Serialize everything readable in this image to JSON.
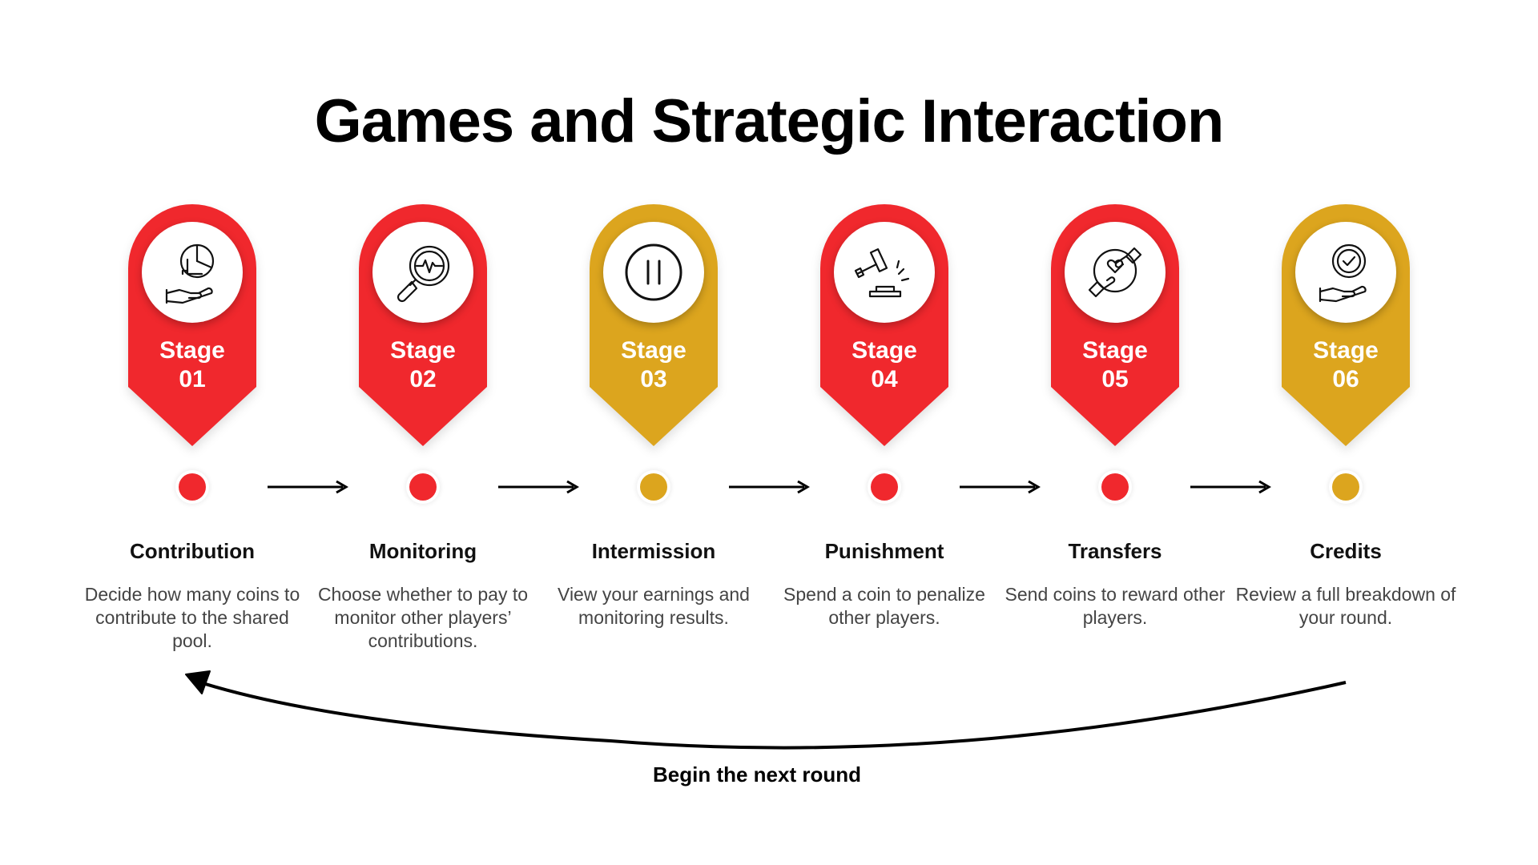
{
  "title": "Games and Strategic Interaction",
  "colors": {
    "red": "#F0282D",
    "gold": "#DCA51E"
  },
  "stages": [
    {
      "word": "Stage",
      "number": "01",
      "name": "Contribution",
      "desc": "Decide how many coins to contribute to the shared pool.",
      "color": "red",
      "icon": "hand-pie-chart-icon"
    },
    {
      "word": "Stage",
      "number": "02",
      "name": "Monitoring",
      "desc": "Choose whether to pay to monitor other players’ contributions.",
      "color": "red",
      "icon": "magnifier-pulse-icon"
    },
    {
      "word": "Stage",
      "number": "03",
      "name": "Intermission",
      "desc": "View your earnings and monitoring results.",
      "color": "gold",
      "icon": "pause-icon"
    },
    {
      "word": "Stage",
      "number": "04",
      "name": "Punishment",
      "desc": "Spend a coin to penalize other players.",
      "color": "red",
      "icon": "gavel-icon"
    },
    {
      "word": "Stage",
      "number": "05",
      "name": "Transfers",
      "desc": "Send coins to reward other players.",
      "color": "red",
      "icon": "hands-exchange-icon"
    },
    {
      "word": "Stage",
      "number": "06",
      "name": "Credits",
      "desc": "Review a full breakdown of your round.",
      "color": "gold",
      "icon": "hand-checkmark-icon"
    }
  ],
  "cycle_label": "Begin the next round"
}
